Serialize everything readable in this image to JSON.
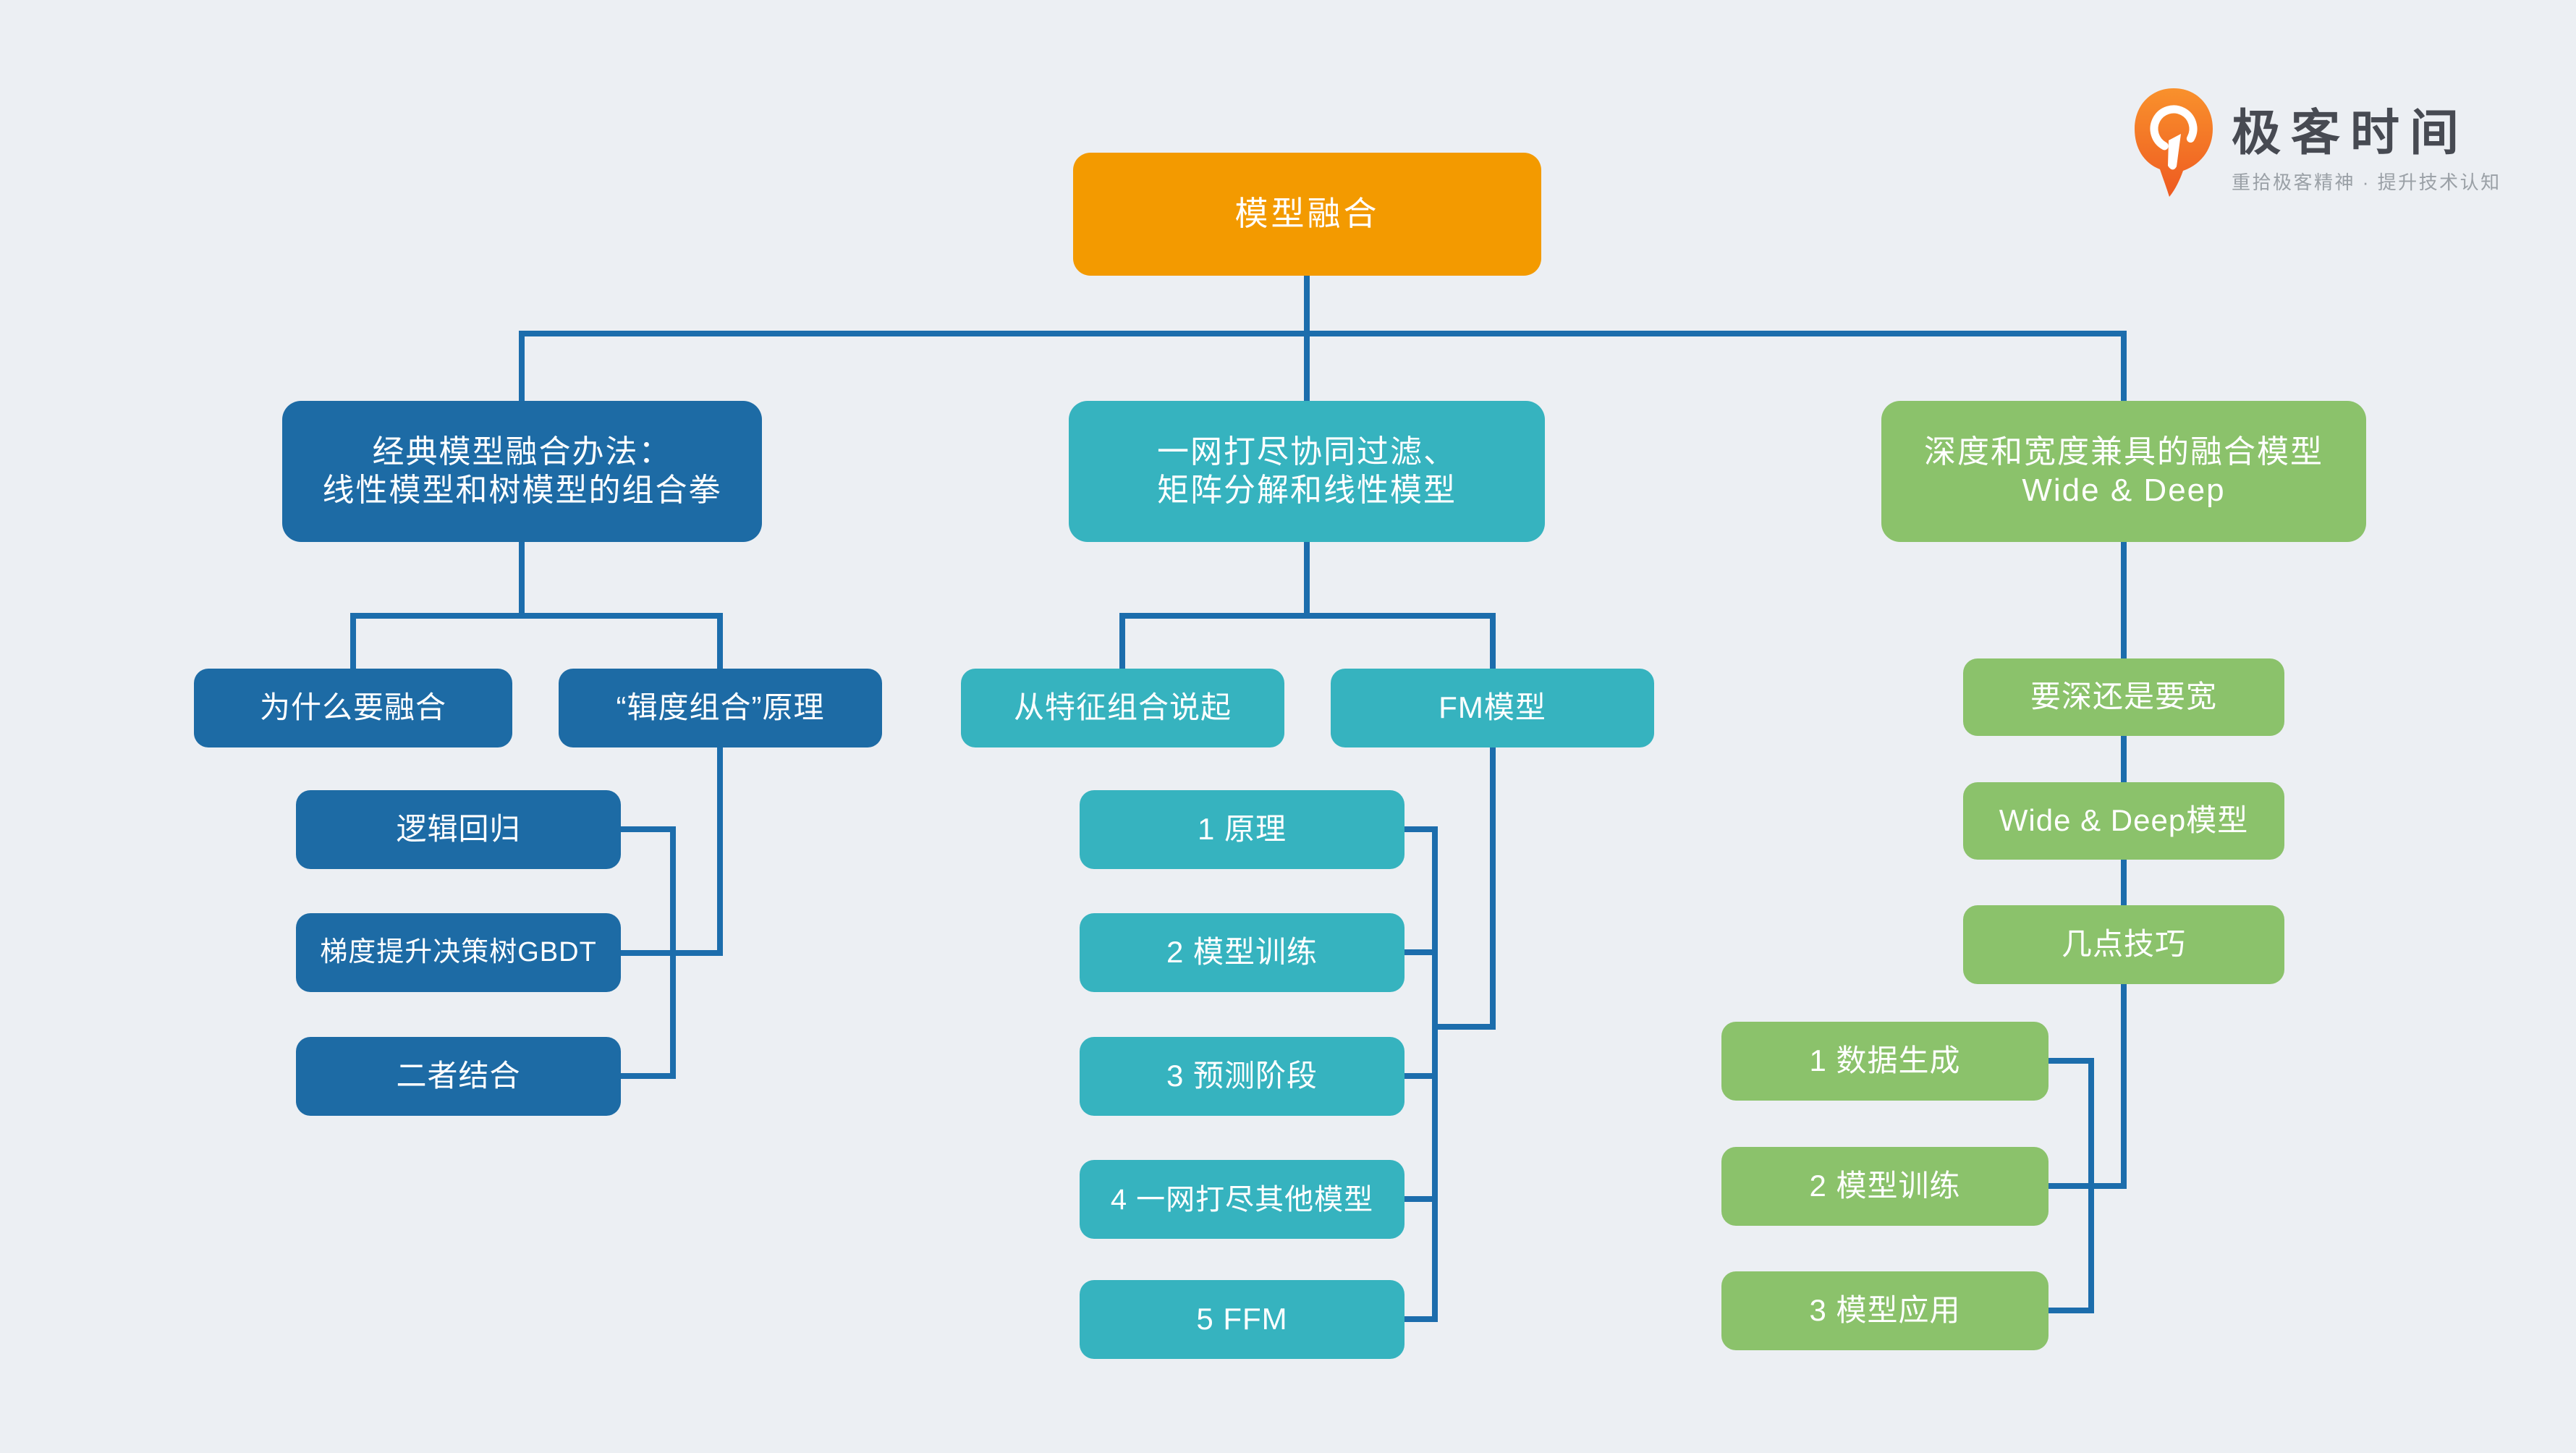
{
  "root": {
    "label": "模型融合"
  },
  "branch_left": {
    "title": [
      "经典模型融合办法：",
      "线性模型和树模型的组合拳"
    ],
    "children": [
      "为什么要融合",
      "“辑度组合”原理"
    ],
    "subtopics": [
      "逻辑回归",
      "梯度提升决策树GBDT",
      "二者结合"
    ]
  },
  "branch_middle": {
    "title": [
      "一网打尽协同过滤、",
      "矩阵分解和线性模型"
    ],
    "children": [
      "从特征组合说起",
      "FM模型"
    ],
    "subtopics": [
      "1 原理",
      "2 模型训练",
      "3 预测阶段",
      "4 一网打尽其他模型",
      "5 FFM"
    ]
  },
  "branch_right": {
    "title": [
      "深度和宽度兼具的融合模型",
      "Wide & Deep"
    ],
    "children": [
      "要深还是要宽",
      "Wide & Deep模型",
      "几点技巧"
    ],
    "subtopics": [
      "1 数据生成",
      "2 模型训练",
      "3 模型应用"
    ]
  },
  "logo": {
    "brand": "极客时间",
    "tagline": "重拾极客精神 · 提升技术认知"
  },
  "colors": {
    "orange": "#F39A00",
    "blue": "#1D6BA5",
    "teal": "#36B3BF",
    "green": "#8BC26B",
    "line": "#1C6DAC",
    "background": "#ECEFF3",
    "logo_text": "#474A52",
    "logo_sub": "#9AA0A6"
  }
}
